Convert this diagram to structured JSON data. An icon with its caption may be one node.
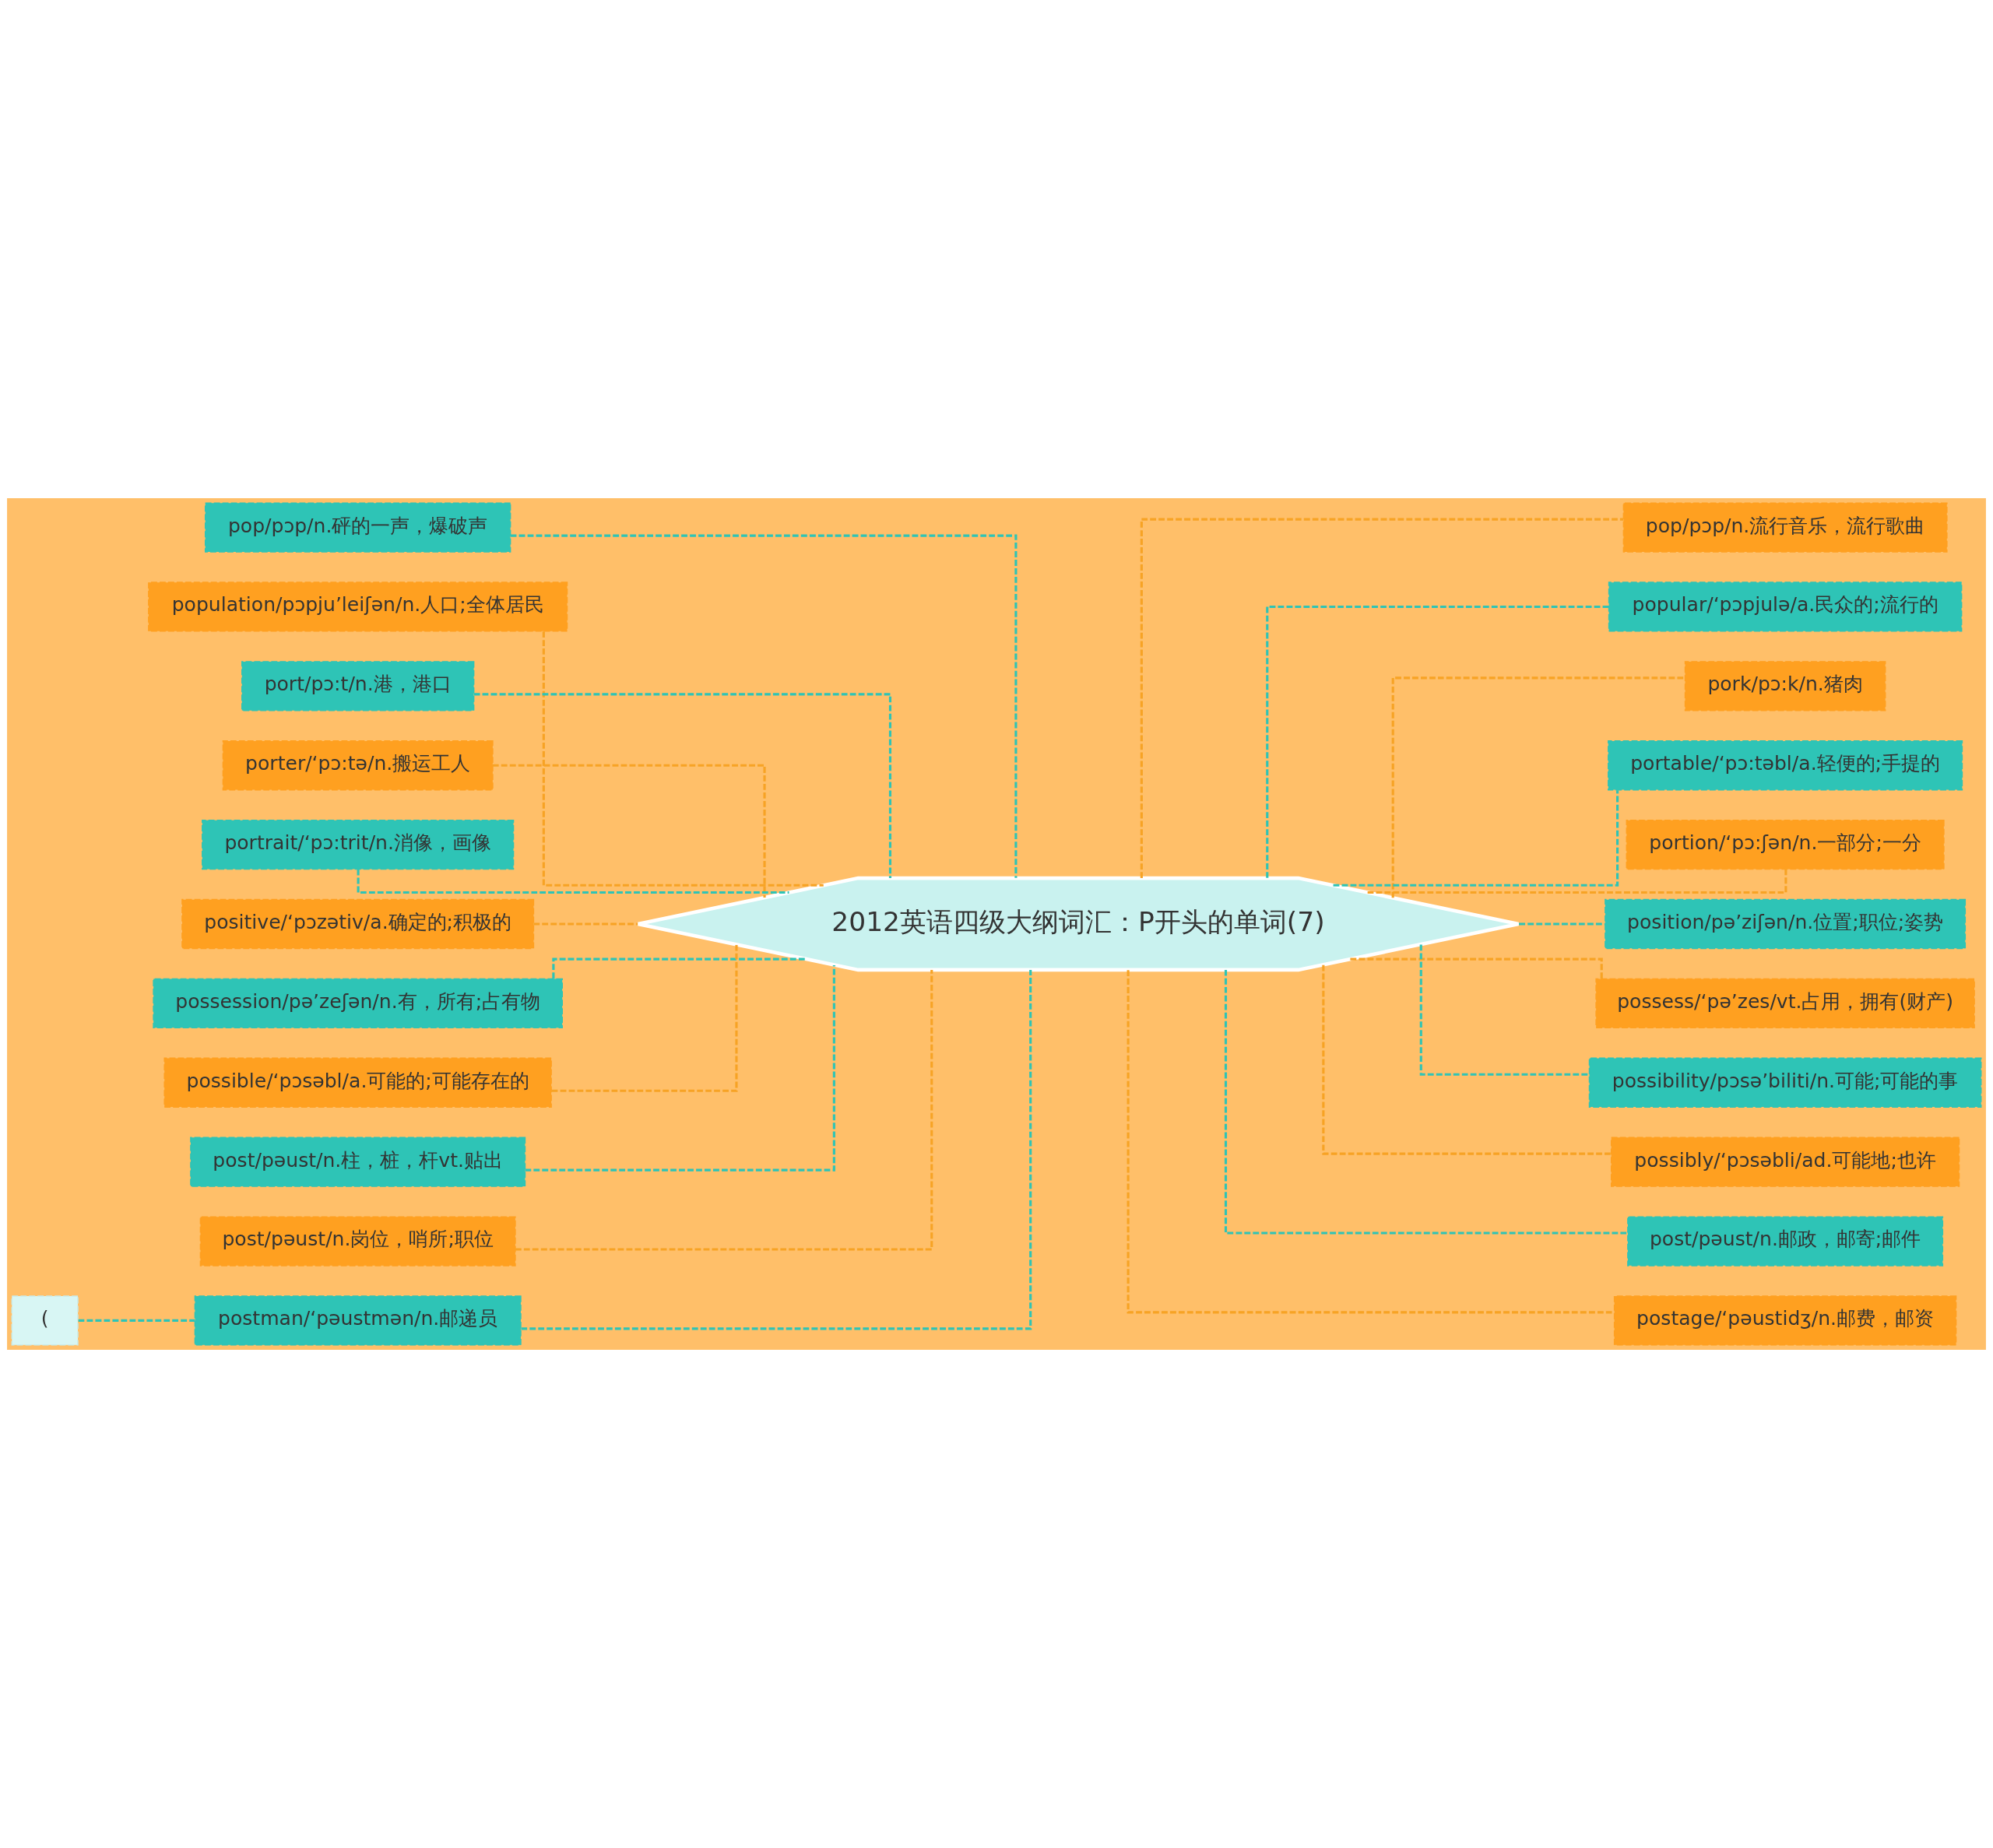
{
  "diagram": {
    "nodes": [
      {
        "text": [
          "2012英语四级大纲词汇：P开头的单词(7)"
        ]
      },
      {
        "text": [
          "pop/pɔp/n.砰的一声，爆破声"
        ]
      },
      {
        "text": [
          "population/pɔpju’leiʃən/n.人口;全体居民"
        ]
      },
      {
        "text": [
          "port/pɔ:t/n.港，港口"
        ]
      },
      {
        "text": [
          "porter/‘pɔ:tə/n.搬运工人"
        ]
      },
      {
        "text": [
          "portrait/‘pɔ:trit/n.消像，画像"
        ]
      },
      {
        "text": [
          "positive/‘pɔzətiv/a.确定的;积极的"
        ]
      },
      {
        "text": [
          "possession/pə’zeʃən/n.有，所有;占有物"
        ]
      },
      {
        "text": [
          "possible/‘pɔsəbl/a.可能的;可能存在的"
        ]
      },
      {
        "text": [
          "post/pəust/n.柱，桩，杆vt.贴出"
        ]
      },
      {
        "text": [
          "post/pəust/n.岗位，哨所;职位"
        ]
      },
      {
        "text": [
          "postman/‘pəustmən/n.邮递员"
        ]
      },
      {
        "text": [
          "("
        ]
      },
      {
        "text": [
          "pop/pɔp/n.流行音乐，流行歌曲"
        ]
      },
      {
        "text": [
          "popular/‘pɔpjulə/a.民众的;流行的"
        ]
      },
      {
        "text": [
          "pork/pɔ:k/n.猪肉"
        ]
      },
      {
        "text": [
          "portable/‘pɔ:təbl/a.轻便的;手提的"
        ]
      },
      {
        "text": [
          "portion/‘pɔ:ʃən/n.一部分;一分"
        ]
      },
      {
        "text": [
          "position/pə’ziʃən/n.位置;职位;姿势"
        ]
      },
      {
        "text": [
          "possess/‘pə’zes/vt.占用，拥有(财产)"
        ]
      },
      {
        "text": [
          "possibility/pɔsə’biliti/n.可能;可能的事"
        ]
      },
      {
        "text": [
          "possibly/‘pɔsəbli/ad.可能地;也许"
        ]
      },
      {
        "text": [
          "post/pəust/n.邮政，邮寄;邮件"
        ]
      },
      {
        "text": [
          "postage/‘pəustidʒ/n.邮费，邮资"
        ]
      }
    ],
    "edges": [
      {
        "from": 0,
        "to": 1,
        "arrow": "none",
        "style": "dashed"
      },
      {
        "from": 0,
        "to": 2,
        "arrow": "none",
        "style": "dashed",
        "color": "#f7a325"
      },
      {
        "from": 0,
        "to": 3,
        "arrow": "none",
        "style": "dashed"
      },
      {
        "from": 0,
        "to": 4,
        "arrow": "none",
        "style": "dashed",
        "color": "#f7a325"
      },
      {
        "from": 0,
        "to": 5,
        "arrow": "none",
        "style": "dashed"
      },
      {
        "from": 0,
        "to": 6,
        "arrow": "none",
        "style": "dashed",
        "color": "#f7a325"
      },
      {
        "from": 0,
        "to": 7,
        "arrow": "none",
        "style": "dashed"
      },
      {
        "from": 0,
        "to": 8,
        "arrow": "none",
        "style": "dashed",
        "color": "#f7a325"
      },
      {
        "from": 0,
        "to": 9,
        "arrow": "none",
        "style": "dashed"
      },
      {
        "from": 0,
        "to": 10,
        "arrow": "none",
        "style": "dashed",
        "color": "#f7a325"
      },
      {
        "from": 0,
        "to": 11,
        "arrow": "none",
        "style": "dashed"
      },
      {
        "from": 11,
        "to": 12,
        "arrow": "none",
        "style": "dashed"
      },
      {
        "from": 0,
        "to": 13,
        "arrow": "none",
        "style": "dashed",
        "color": "#f7a325"
      },
      {
        "from": 0,
        "to": 14,
        "arrow": "none",
        "style": "dashed"
      },
      {
        "from": 0,
        "to": 15,
        "arrow": "none",
        "style": "dashed",
        "color": "#f7a325"
      },
      {
        "from": 0,
        "to": 16,
        "arrow": "none",
        "style": "dashed"
      },
      {
        "from": 0,
        "to": 17,
        "arrow": "none",
        "style": "dashed",
        "color": "#f7a325"
      },
      {
        "from": 0,
        "to": 18,
        "arrow": "none",
        "style": "dashed"
      },
      {
        "from": 0,
        "to": 19,
        "arrow": "none",
        "style": "dashed",
        "color": "#f7a325"
      },
      {
        "from": 0,
        "to": 20,
        "arrow": "none",
        "style": "dashed"
      },
      {
        "from": 0,
        "to": 21,
        "arrow": "none",
        "style": "dashed",
        "color": "#f7a325"
      },
      {
        "from": 0,
        "to": 22,
        "arrow": "none",
        "style": "dashed"
      },
      {
        "from": 0,
        "to": 23,
        "arrow": "none",
        "style": "dashed",
        "color": "#f7a325"
      }
    ]
  }
}
